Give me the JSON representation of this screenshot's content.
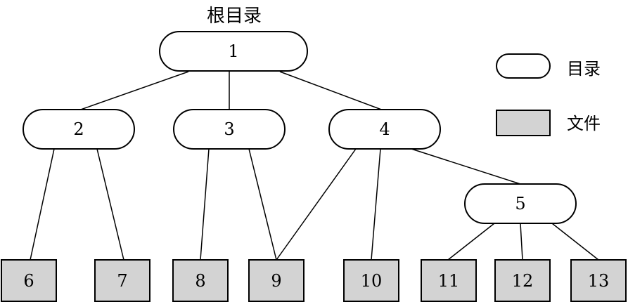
{
  "root_label": "根目录",
  "directories": [
    {
      "id": "1",
      "label": "1"
    },
    {
      "id": "2",
      "label": "2"
    },
    {
      "id": "3",
      "label": "3"
    },
    {
      "id": "4",
      "label": "4"
    },
    {
      "id": "5",
      "label": "5"
    }
  ],
  "files": [
    {
      "id": "6",
      "label": "6"
    },
    {
      "id": "7",
      "label": "7"
    },
    {
      "id": "8",
      "label": "8"
    },
    {
      "id": "9",
      "label": "9"
    },
    {
      "id": "10",
      "label": "10"
    },
    {
      "id": "11",
      "label": "11"
    },
    {
      "id": "12",
      "label": "12"
    },
    {
      "id": "13",
      "label": "13"
    }
  ],
  "edges": [
    [
      "1",
      "2"
    ],
    [
      "1",
      "3"
    ],
    [
      "1",
      "4"
    ],
    [
      "2",
      "6"
    ],
    [
      "2",
      "7"
    ],
    [
      "3",
      "8"
    ],
    [
      "3",
      "9"
    ],
    [
      "4",
      "9"
    ],
    [
      "4",
      "10"
    ],
    [
      "4",
      "5"
    ],
    [
      "5",
      "11"
    ],
    [
      "5",
      "12"
    ],
    [
      "5",
      "13"
    ]
  ],
  "legend": {
    "directory_label": "目录",
    "file_label": "文件"
  },
  "colors": {
    "file_fill": "#d3d3d3",
    "directory_fill": "#ffffff",
    "stroke": "#000000"
  }
}
